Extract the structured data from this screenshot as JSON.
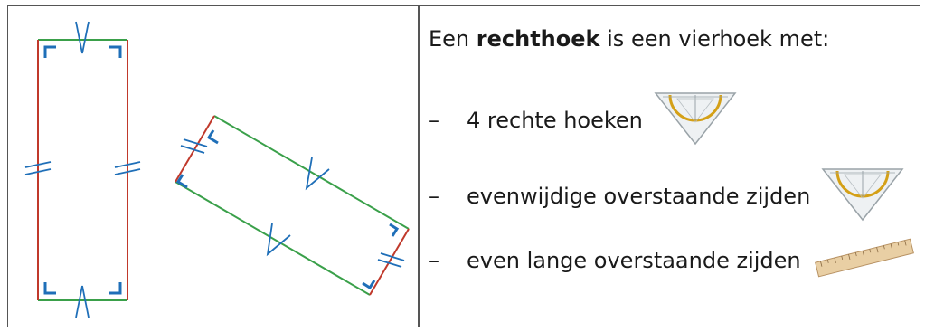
{
  "definition": {
    "prefix": "Een",
    "term": "rechthoek",
    "suffix": "is een vierhoek met:"
  },
  "properties": [
    {
      "dash": "–",
      "text": "4 rechte hoeken",
      "tool": "geodriehoek-icon"
    },
    {
      "dash": "–",
      "text": "evenwijdige overstaande zijden",
      "tool": "geodriehoek-icon"
    },
    {
      "dash": "–",
      "text": "even lange overstaande zijden",
      "tool": "ruler-icon"
    }
  ],
  "colors": {
    "long_side": "#3aa04a",
    "short_side": "#c0392b",
    "right_angle_mark": "#1f6fb8",
    "tick_mark": "#1f6fb8"
  }
}
